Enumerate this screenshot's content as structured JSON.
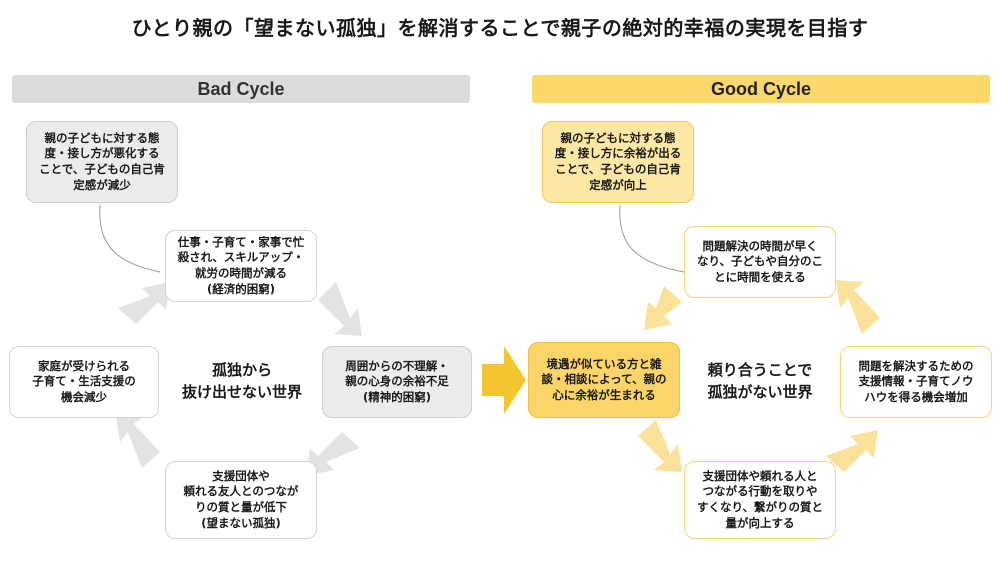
{
  "title": "ひとり親の「望まない孤独」を解消することで親子の絶対的幸福の実現を目指す",
  "bad": {
    "label": "Bad Cycle",
    "center": "孤独から\n抜け出せない世界",
    "top_box": "親の子どもに対する態\n度・接し方が悪化する\nことで、子どもの自己肯\n定感が減少",
    "upper_box": "仕事・子育て・家事で忙\n殺され、スキルアップ・\n就労の時間が減る\n(経済的困窮)",
    "right_box": "周囲からの不理解・\n親の心身の余裕不足\n(精神的困窮)",
    "lower_box": "支援団体や\n頼れる友人とのつなが\nりの質と量が低下\n(望まない孤独)",
    "left_box": "家庭が受けられる\n子育て・生活支援の\n機会減少"
  },
  "good": {
    "label": "Good Cycle",
    "center": "頼り合うことで\n孤独がない世界",
    "top_box": "親の子どもに対する態\n度・接し方に余裕が出る\nことで、子どもの自己肯\n定感が向上",
    "upper_box": "問題解決の時間が早く\nなり、子どもや自分のこ\nとに時間を使える",
    "left_box": "境遇が似ている方と雑\n談・相談によって、親の\n心に余裕が生まれる",
    "lower_box": "支援団体や頼れる人と\nつながる行動を取りや\nすくなり、繋がりの質と\n量が向上する",
    "right_box": "問題を解決するための\n支援情報・子育てノウ\nハウを得る機会増加"
  },
  "colors": {
    "bad_band": "#dcdcdc",
    "good_band": "#fbd86a",
    "gray_arrow": "#e3e3e3",
    "yellow_arrow": "#fbe29a",
    "transition_arrow": "#f3c52f"
  }
}
